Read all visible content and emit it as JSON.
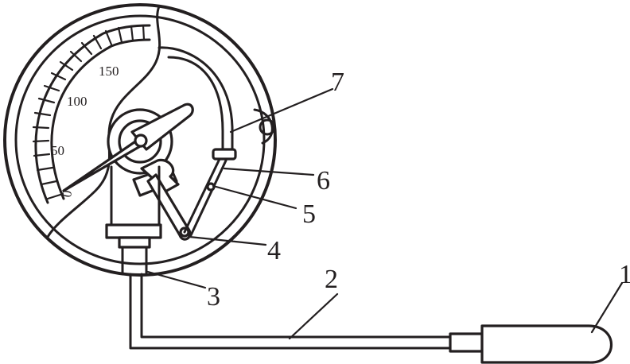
{
  "diagram": {
    "scale_labels": [
      "0",
      "50",
      "100",
      "150"
    ],
    "callouts": [
      "1",
      "2",
      "3",
      "4",
      "5",
      "6",
      "7"
    ]
  }
}
